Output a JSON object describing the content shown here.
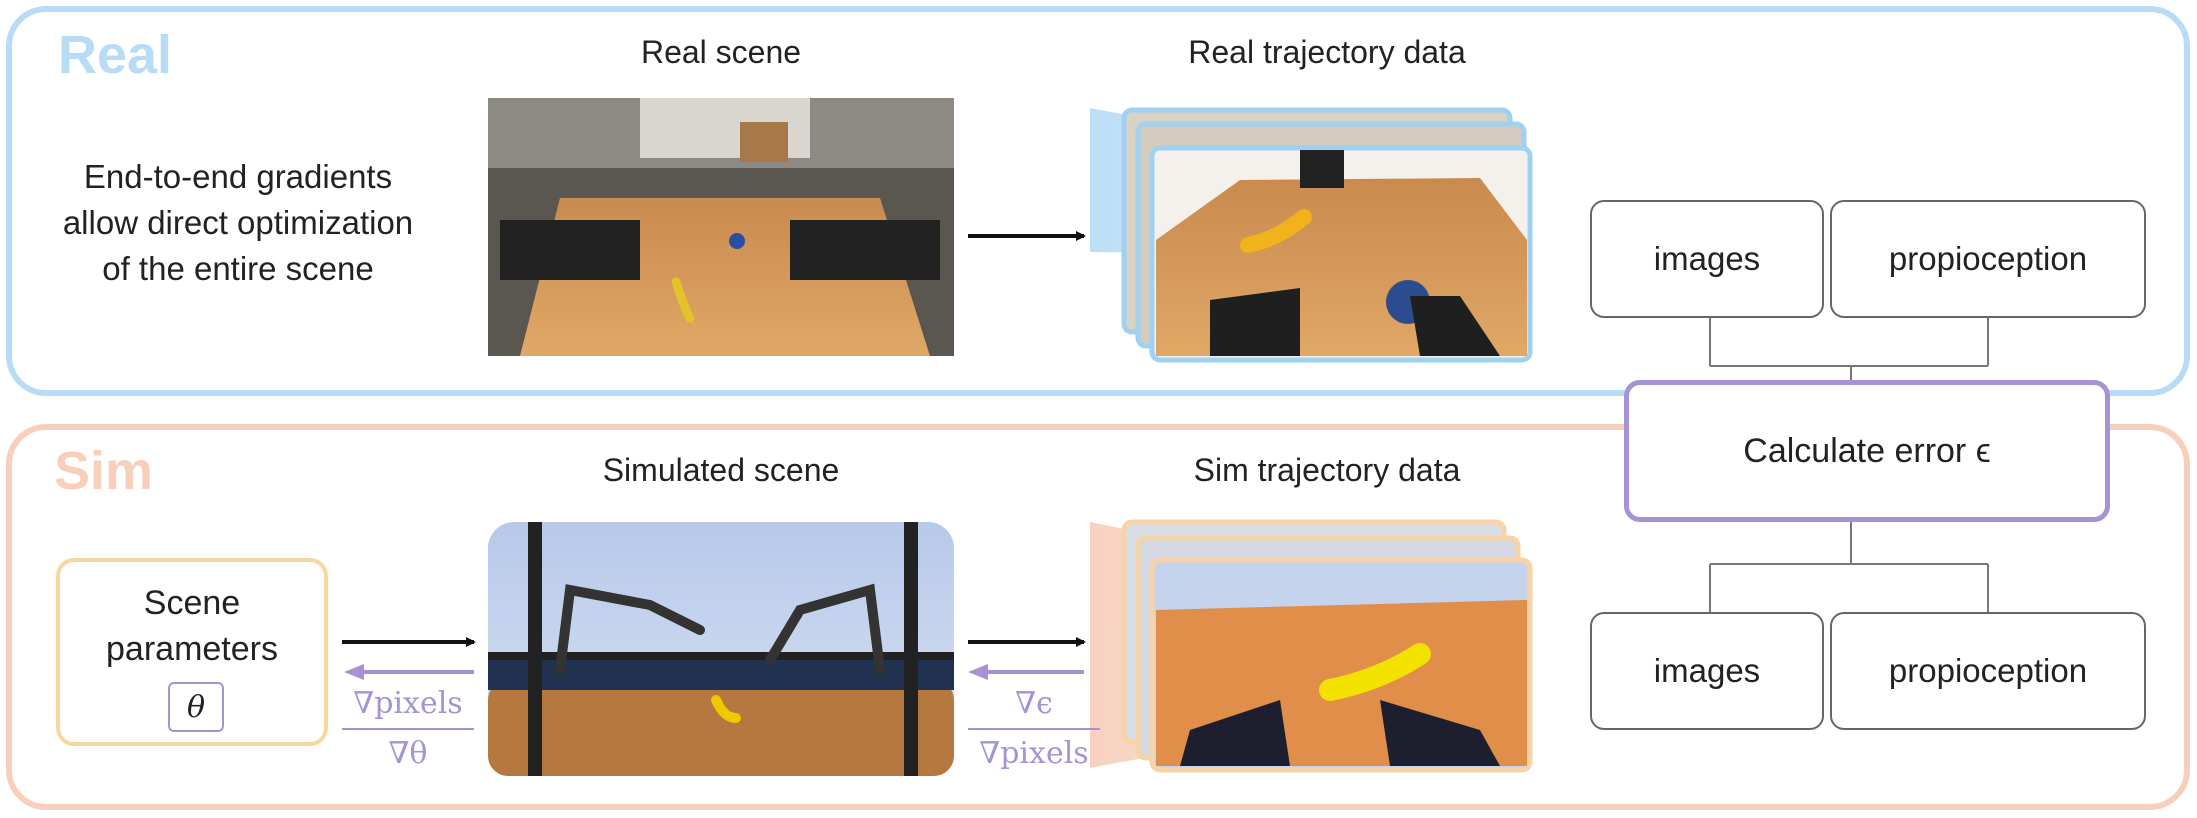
{
  "real_panel": {
    "title": "Real",
    "scene_heading": "Real scene",
    "trajectory_heading": "Real trajectory data",
    "caption_lines": [
      "End-to-end gradients",
      "allow direct optimization",
      "of the entire scene"
    ],
    "obs_images_label": "images",
    "obs_propio_label": "propioception"
  },
  "sim_panel": {
    "title": "Sim",
    "scene_heading": "Simulated scene",
    "trajectory_heading": "Sim trajectory data",
    "params_label_lines": [
      "Scene",
      "parameters"
    ],
    "theta_symbol": "θ",
    "grad_pixels_theta": {
      "numerator": "∇pixels",
      "denominator": "∇θ"
    },
    "grad_eps_pixels": {
      "numerator": "∇ϵ",
      "denominator": "∇pixels"
    },
    "obs_images_label": "images",
    "obs_propio_label": "propioception"
  },
  "error_node": {
    "label": "Calculate error ϵ"
  },
  "colors": {
    "real_accent": "#b8dcf6",
    "sim_accent": "#f7cfbb",
    "error_accent": "#a593d3",
    "params_accent": "#f7d6a0",
    "gradient_arrow": "#a593d3"
  }
}
